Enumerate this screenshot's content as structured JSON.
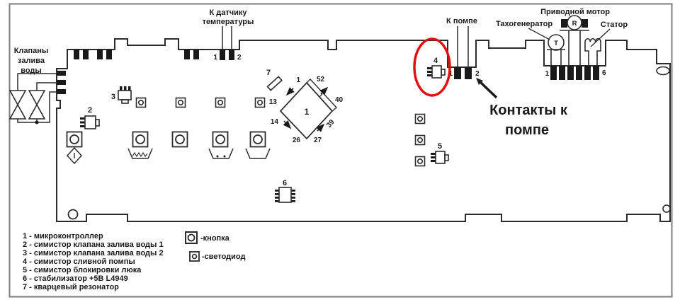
{
  "diagram": {
    "valve_label_lines": [
      "Клапаны",
      "залива",
      "воды"
    ],
    "temp_label_lines": [
      "К датчику",
      "температуры"
    ],
    "temp_pins": {
      "p1": "1",
      "p2": "2"
    },
    "pump_label": "К помпе",
    "pump_pins": {
      "p1": "1",
      "p2": "2"
    },
    "tacho_label": "Тахогенератор",
    "motor_label": "Приводной мотор",
    "stator_label": "Статор",
    "tacho_letter": "T",
    "motor_letter": "R",
    "motor_pins": {
      "first": "1",
      "last": "6"
    },
    "callout_lines": [
      "Контакты к",
      "помпе"
    ],
    "components": {
      "c1": "1",
      "c2": "2",
      "c3": "3",
      "c4": "4",
      "c5": "5",
      "c6": "6",
      "c7": "7"
    },
    "mcu_pins": {
      "p1": "1",
      "p52": "52",
      "p13": "13",
      "p40": "40",
      "p14": "14",
      "p39": "39",
      "p26": "26",
      "p27": "27"
    }
  },
  "legend": {
    "items": [
      "1 - микроконтроллер",
      "2 - симистор клапана залива воды 1",
      "3 - симистор клапана залива воды 2",
      "4 - симистор сливной помпы",
      "5 - симистор блокировки люка",
      "6 - стабилизатор +5В L4949",
      "7 - кварцевый резонатор"
    ],
    "button_label": "-кнопка",
    "led_label": "-светодиод"
  },
  "colors": {
    "highlight": "#e01010",
    "callout_text": "#1b1bc4",
    "line": "#2b2b2b"
  }
}
